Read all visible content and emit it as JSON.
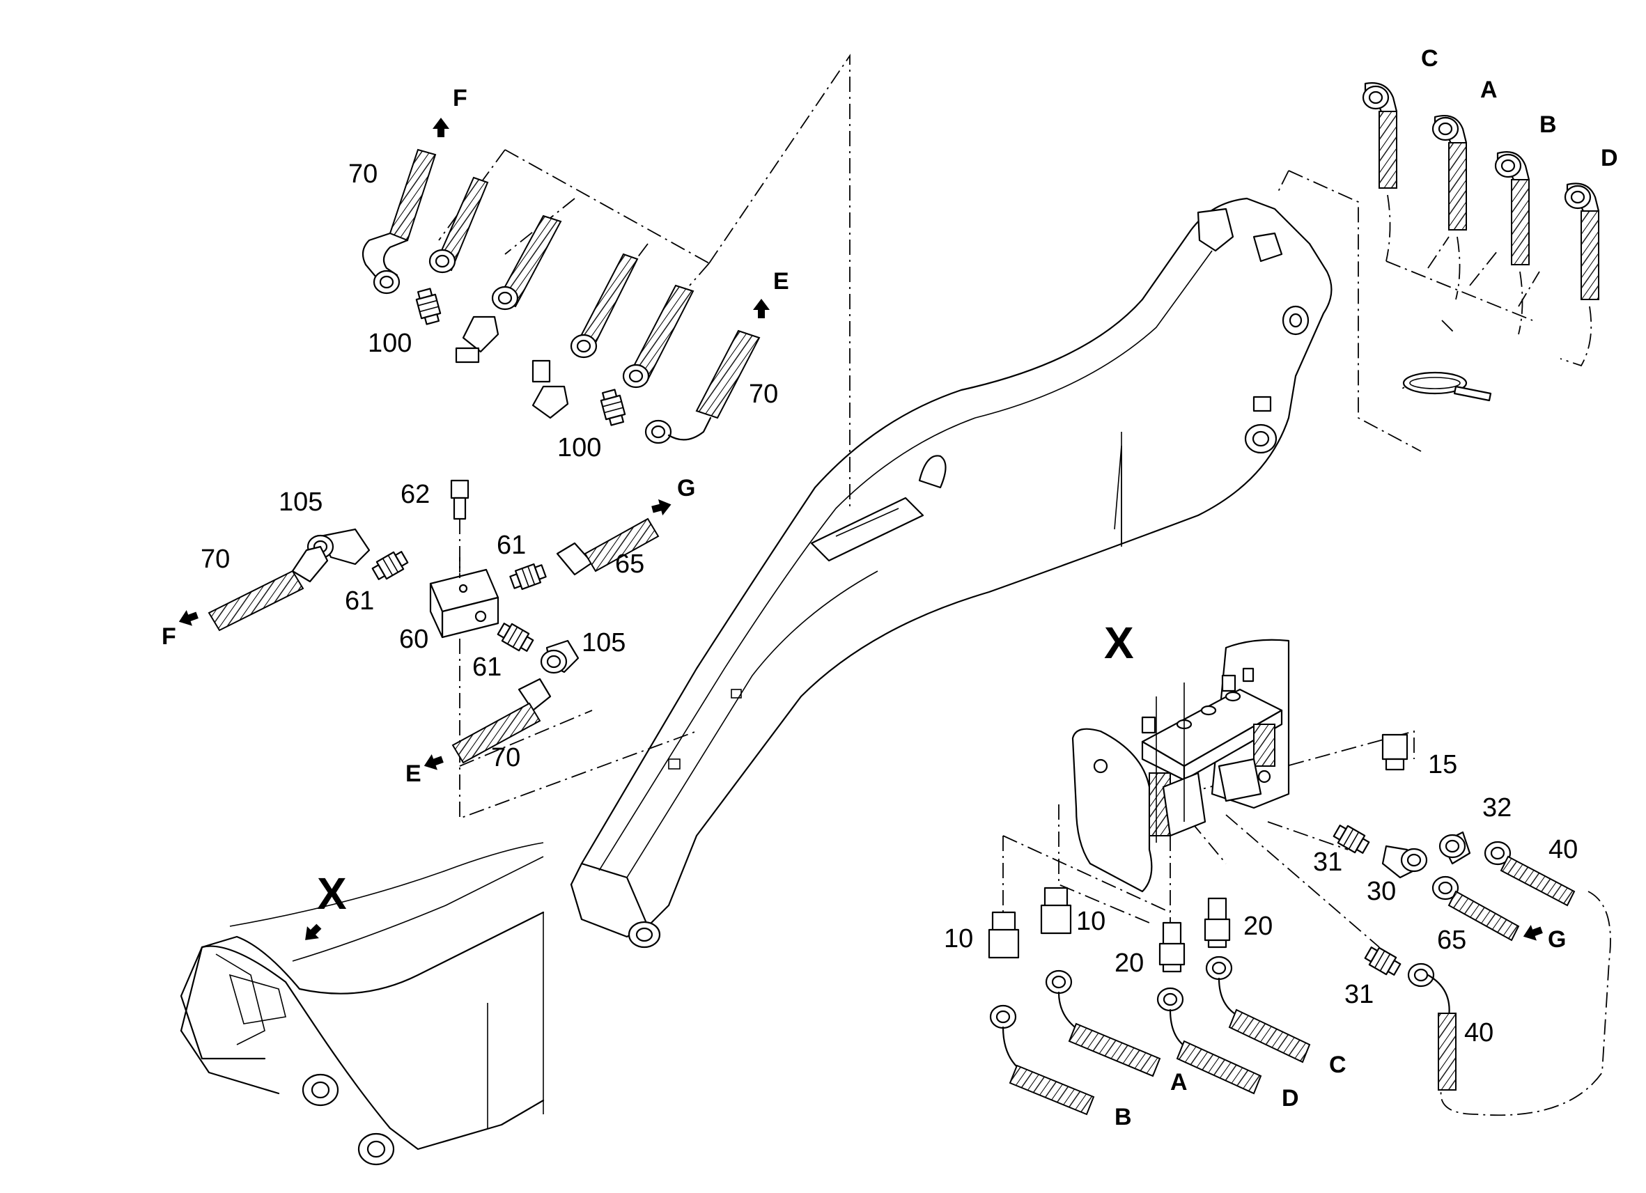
{
  "labels": {
    "n70_a": "70",
    "n100_a": "100",
    "n100_b": "100",
    "n70_b": "70",
    "n62": "62",
    "n105_a": "105",
    "n70_c": "70",
    "n61_a": "61",
    "n61_b": "61",
    "n65_a": "65",
    "n60": "60",
    "n61_c": "61",
    "n105_b": "105",
    "n70_d": "70",
    "n15": "15",
    "n32": "32",
    "n31_a": "31",
    "n40_a": "40",
    "n30": "30",
    "n65_b": "65",
    "n10_a": "10",
    "n10_b": "10",
    "n20_a": "20",
    "n20_b": "20",
    "n31_b": "31",
    "n40_b": "40"
  },
  "letters": {
    "F_top": "F",
    "E_top": "E",
    "G_mid": "G",
    "F_left": "F",
    "E_left": "E",
    "C_top": "C",
    "A_top": "A",
    "B_top": "B",
    "D_top": "D",
    "A_bot": "A",
    "B_bot": "B",
    "D_bot": "D",
    "C_bot": "C",
    "G_bot": "G"
  },
  "views": {
    "x_left": "X",
    "x_right": "X"
  }
}
